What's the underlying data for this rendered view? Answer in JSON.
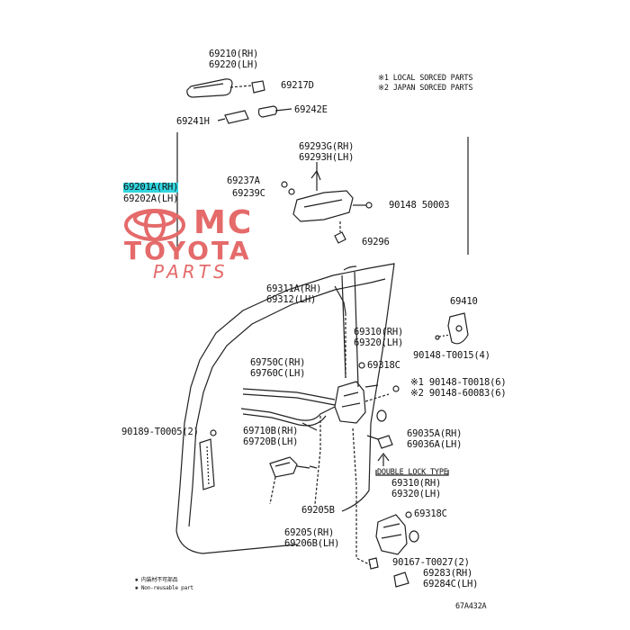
{
  "legend": {
    "local_sourced": "※1 LOCAL SORCED PARTS",
    "japan_sourced": "※2 JAPAN SORCED PARTS"
  },
  "parts": {
    "p69210": "69210(RH)",
    "p69220": "69220(LH)",
    "p69217D": "69217D",
    "p69241H": "69241H",
    "p69242E": "69242E",
    "p69293G": "69293G(RH)",
    "p69293H": "69293H(LH)",
    "p69201A": "69201A(RH)",
    "p69202A": "69202A(LH)",
    "p69237A": "69237A",
    "p69239C": "69239C",
    "p90148_50003": "90148  50003",
    "p69296": "69296",
    "p69311A": "69311A(RH)",
    "p69312": "69312(LH)",
    "p69410": "69410",
    "p69310_top": "69310(RH)",
    "p69320_top": "69320(LH)",
    "p90148_T0015": "90148-T0015(4)",
    "p69318C_top": "69318C",
    "p69750C": "69750C(RH)",
    "p69760C": "69760C(LH)",
    "p90148_T0018": "※1 90148-T0018(6)",
    "p90148_60083": "※2 90148-60083(6)",
    "p90189": "90189-T0005(2)",
    "p69710B": "69710B(RH)",
    "p69720B": "69720B(LH)",
    "p69035A": "69035A(RH)",
    "p69036A": "69036A(LH)",
    "double_lock": "DOUBLE LOCK TYPE",
    "p69310_bot": "69310(RH)",
    "p69320_bot": "69320(LH)",
    "p69205B": "69205B",
    "p69318C_bot": "69318C",
    "p69205": "69205(RH)",
    "p69206B": "69206B(LH)",
    "p90167": "90167-T0027(2)",
    "p69283": "69283(RH)",
    "p69284C": "69284C(LH)"
  },
  "notes": {
    "note1": "✱ 内装材不可部品",
    "note2": "✱ Non-reusable part"
  },
  "figure_code": "67A432A",
  "watermark": {
    "line1": "MC",
    "line2": "TOYOTA",
    "line3": "PARTS",
    "color": "#e56a6a"
  },
  "highlight_color": "#33d6e0"
}
